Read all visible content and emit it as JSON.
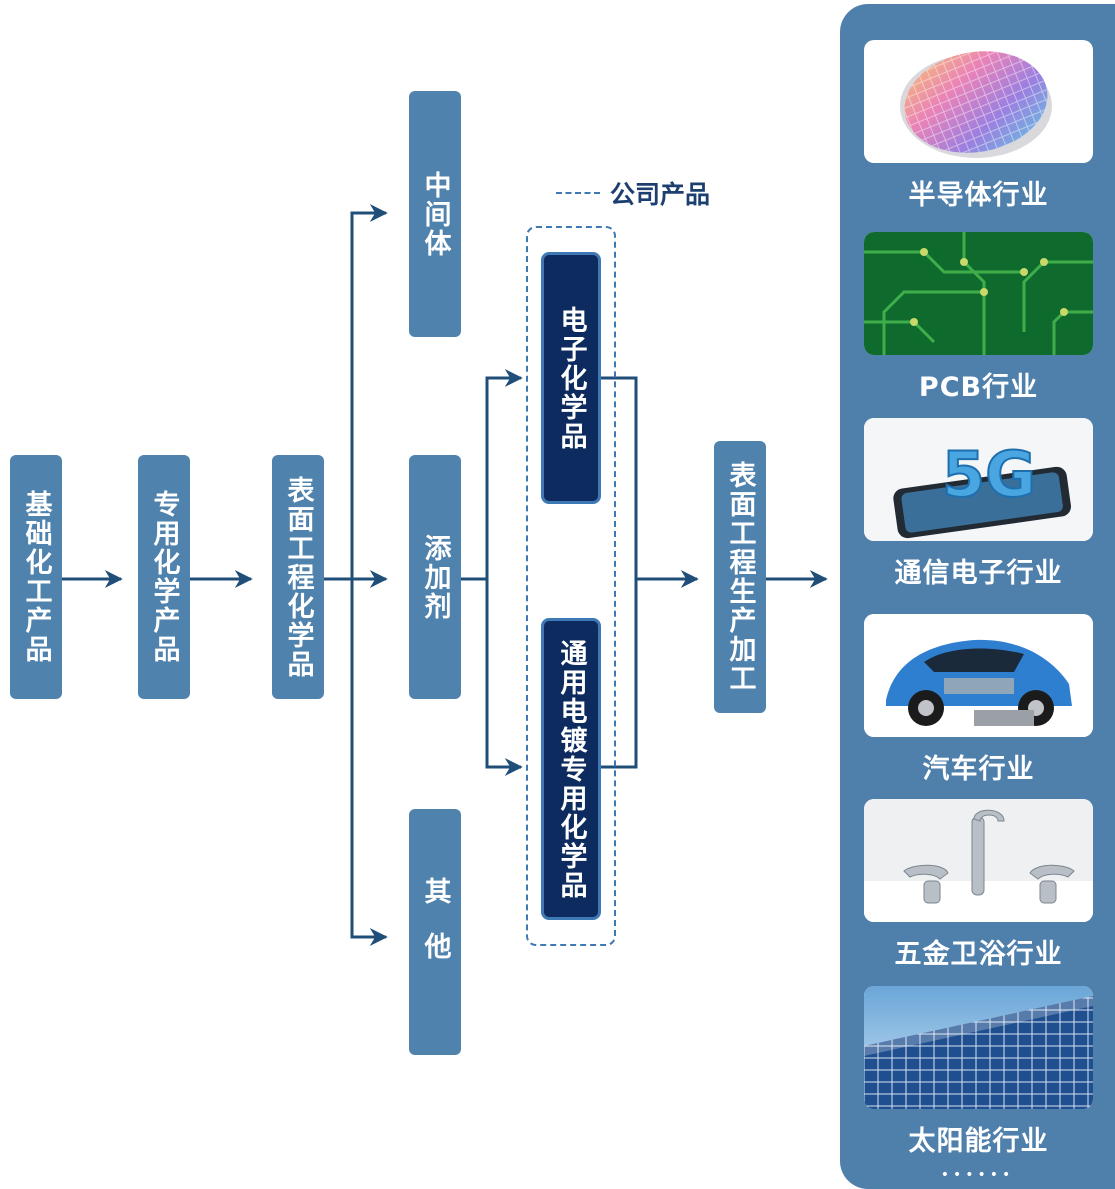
{
  "flow": {
    "basic_chemicals": "基础化工产品",
    "special_chemicals": "专用化学产品",
    "surface_chemicals": "表面工程化学品",
    "intermediate": "中间体",
    "additive": "添加剂",
    "others": "其他",
    "electronic_chemicals": "电子化学品",
    "plating_chemicals": "通用电镀专用化学品",
    "surface_processing": "表面工程生产加工"
  },
  "legend": {
    "label": "公司产品"
  },
  "industries": [
    {
      "label": "半导体行业",
      "image": "silicon-wafer"
    },
    {
      "label": "PCB行业",
      "image": "circuit-board"
    },
    {
      "label": "通信电子行业",
      "image": "5g-smartphone"
    },
    {
      "label": "汽车行业",
      "image": "electric-car"
    },
    {
      "label": "五金卫浴行业",
      "image": "faucet"
    },
    {
      "label": "太阳能行业",
      "image": "solar-panel"
    }
  ],
  "more": "••••••",
  "colors": {
    "box": "#4f82ad",
    "product_box": "#0d2b5e",
    "arrow": "#1f4e79",
    "panel": "#4f7fab"
  }
}
